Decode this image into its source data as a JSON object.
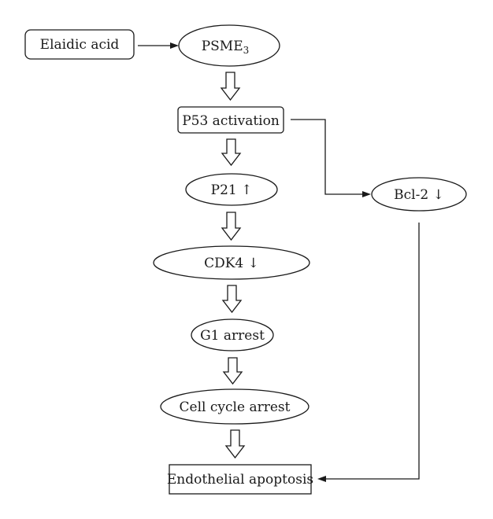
{
  "nodes": {
    "elaidic_acid": "Elaidic acid",
    "psme3_base": "PSME",
    "psme3_sub": "3",
    "p53": "P53 activation",
    "p21": "P21 ↑",
    "cdk4": "CDK4 ↓",
    "g1": "G1 arrest",
    "cell_cycle": "Cell cycle arrest",
    "apoptosis": "Endothelial apoptosis",
    "bcl2": "Bcl-2 ↓"
  }
}
